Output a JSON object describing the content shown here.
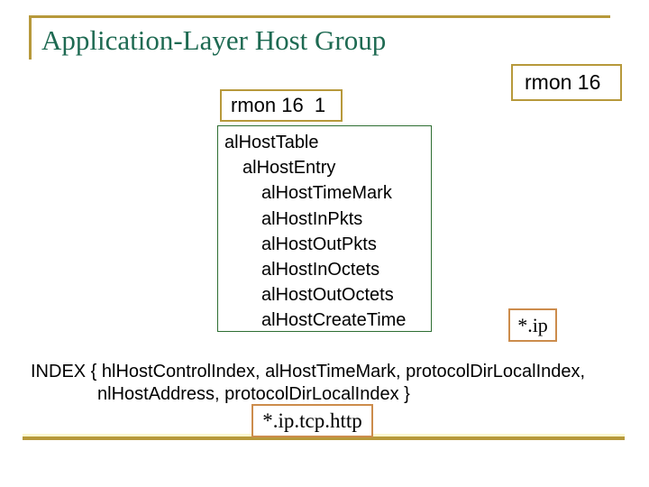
{
  "slide": {
    "title": "Application-Layer Host Group",
    "boxes": {
      "rmon_top_right": "rmon 16",
      "rmon_oid": "rmon 16  1",
      "protocol_ip": "*.ip",
      "protocol_ip_tcp_http": "*.ip.tcp.http"
    },
    "tree": {
      "lines": [
        {
          "text": "alHostTable",
          "level": 0
        },
        {
          "text": "alHostEntry",
          "level": 1
        },
        {
          "text": "alHostTimeMark",
          "level": 2
        },
        {
          "text": "alHostInPkts",
          "level": 2
        },
        {
          "text": "alHostOutPkts",
          "level": 2
        },
        {
          "text": "alHostInOctets",
          "level": 2
        },
        {
          "text": "alHostOutOctets",
          "level": 2
        },
        {
          "text": "alHostCreateTime",
          "level": 2
        }
      ]
    },
    "index_clause": {
      "line1": "INDEX { hlHostControlIndex, alHostTimeMark, protocolDirLocalIndex,",
      "line2": "nlHostAddress, protocolDirLocalIndex }"
    },
    "colors": {
      "gold": "#B7993B",
      "pale_gold": "#FCF7D0",
      "green_border": "#2E6E32",
      "title_green": "#1E6A52",
      "tan_border": "#CC8C4C",
      "text_black": "#000000"
    }
  }
}
